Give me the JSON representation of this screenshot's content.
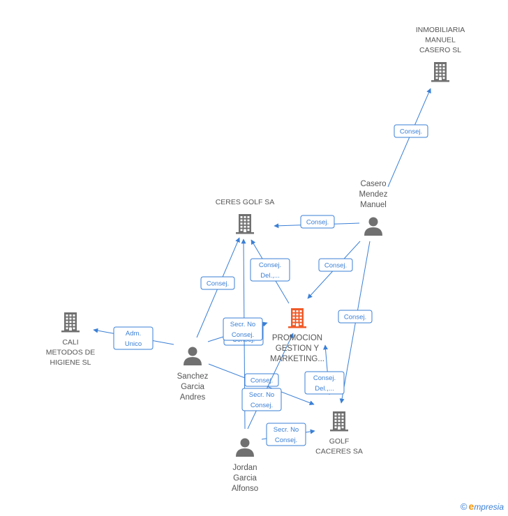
{
  "nodes": [
    {
      "id": "inmobiliaria",
      "type": "company",
      "lines": [
        "INMOBILIARIA",
        "MANUEL",
        "CASERO SL"
      ],
      "label_pos": "above"
    },
    {
      "id": "ceres",
      "type": "company",
      "lines": [
        "CERES GOLF SA"
      ],
      "label_pos": "above"
    },
    {
      "id": "promocion",
      "type": "company",
      "main": true,
      "lines": [
        "PROMOCION",
        "GESTION Y",
        "MARKETING..."
      ],
      "label_pos": "below"
    },
    {
      "id": "cali",
      "type": "company",
      "lines": [
        "CALI",
        "METODOS DE",
        "HIGIENE SL"
      ],
      "label_pos": "below"
    },
    {
      "id": "golf",
      "type": "company",
      "lines": [
        "GOLF",
        "CACERES SA"
      ],
      "label_pos": "below"
    },
    {
      "id": "casero",
      "type": "person",
      "lines": [
        "Casero",
        "Mendez",
        "Manuel"
      ],
      "label_pos": "above"
    },
    {
      "id": "sanchez",
      "type": "person",
      "lines": [
        "Sanchez",
        "Garcia",
        "Andres"
      ],
      "label_pos": "below"
    },
    {
      "id": "jordan",
      "type": "person",
      "lines": [
        "Jordan",
        "Garcia",
        "Alfonso"
      ],
      "label_pos": "below"
    }
  ],
  "edges": [
    {
      "from": "casero",
      "to": "inmobiliaria",
      "label": [
        "Consej."
      ]
    },
    {
      "from": "casero",
      "to": "ceres",
      "label": [
        "Consej."
      ]
    },
    {
      "from": "casero",
      "to": "promocion",
      "label": [
        "Consej."
      ]
    },
    {
      "from": "casero",
      "to": "golf",
      "label": [
        "Consej."
      ]
    },
    {
      "from": "promocion",
      "to": "ceres",
      "label": [
        "Consej.",
        "Del.,..."
      ]
    },
    {
      "from": "sanchez",
      "to": "ceres",
      "label": [
        "Consej."
      ]
    },
    {
      "from": "sanchez",
      "to": "cali",
      "label": [
        "Adm.",
        "Unico"
      ]
    },
    {
      "from": "sanchez",
      "to": "promocion",
      "label": [
        "Secr.  No",
        "Consej."
      ]
    },
    {
      "from": "sanchez",
      "to": "golf",
      "label": [
        "Consej."
      ]
    },
    {
      "from": "jordan",
      "to": "ceres",
      "label": [
        "Secr.  No",
        "Consej."
      ]
    },
    {
      "from": "jordan",
      "to": "promocion",
      "label": [
        "Secr.  No",
        "Consej."
      ]
    },
    {
      "from": "jordan",
      "to": "golf",
      "label": [
        "Secr.  No",
        "Consej."
      ]
    },
    {
      "from": "promocion",
      "to": "golf",
      "label": [
        "Consej.",
        "Del.,..."
      ]
    }
  ],
  "colors": {
    "edge": "#3a7fd5",
    "company": "#707070",
    "main_company": "#f05a28",
    "person": "#707070",
    "label": "#555555"
  },
  "footer": {
    "copyright": "©",
    "brand_initial": "e",
    "brand_rest": "mpresia"
  }
}
